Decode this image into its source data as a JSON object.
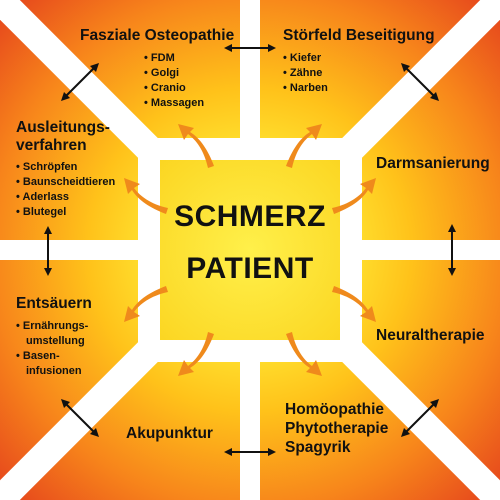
{
  "center": {
    "line1": "SCHMERZ",
    "line2": "PATIENT"
  },
  "boxes": {
    "fasziale_osteopathie": {
      "title": "Fasziale Osteopathie",
      "items": [
        "FDM",
        "Golgi",
        "Cranio",
        "Massagen"
      ]
    },
    "stoerfeld_beseitigung": {
      "title": "Störfeld Beseitigung",
      "items": [
        "Kiefer",
        "Zähne",
        "Narben"
      ]
    },
    "ausleitungsverfahren": {
      "title_line1": "Ausleitungs-",
      "title_line2": "verfahren",
      "items": [
        "Schröpfen",
        "Baunscheidtieren",
        "Aderlass",
        "Blutegel"
      ]
    },
    "darmsanierung": {
      "title": "Darmsanierung"
    },
    "entsaeuern": {
      "title": "Entsäuern",
      "items": [
        {
          "line1": "Ernährungs-",
          "line2": "umstellung"
        },
        {
          "line1": "Basen-",
          "line2": "infusionen"
        }
      ]
    },
    "neuraltherapie": {
      "title": "Neuraltherapie"
    },
    "akupunktur": {
      "title": "Akupunktur"
    },
    "homoeopathie": {
      "line1": "Homöopathie",
      "line2": "Phytotherapie",
      "line3": "Spagyrik"
    }
  },
  "colors": {
    "outer": "#e8401c",
    "inner": "#ffd21e",
    "center": "#fde22a",
    "arrow": "#f08a1c",
    "connector": "#111111"
  }
}
